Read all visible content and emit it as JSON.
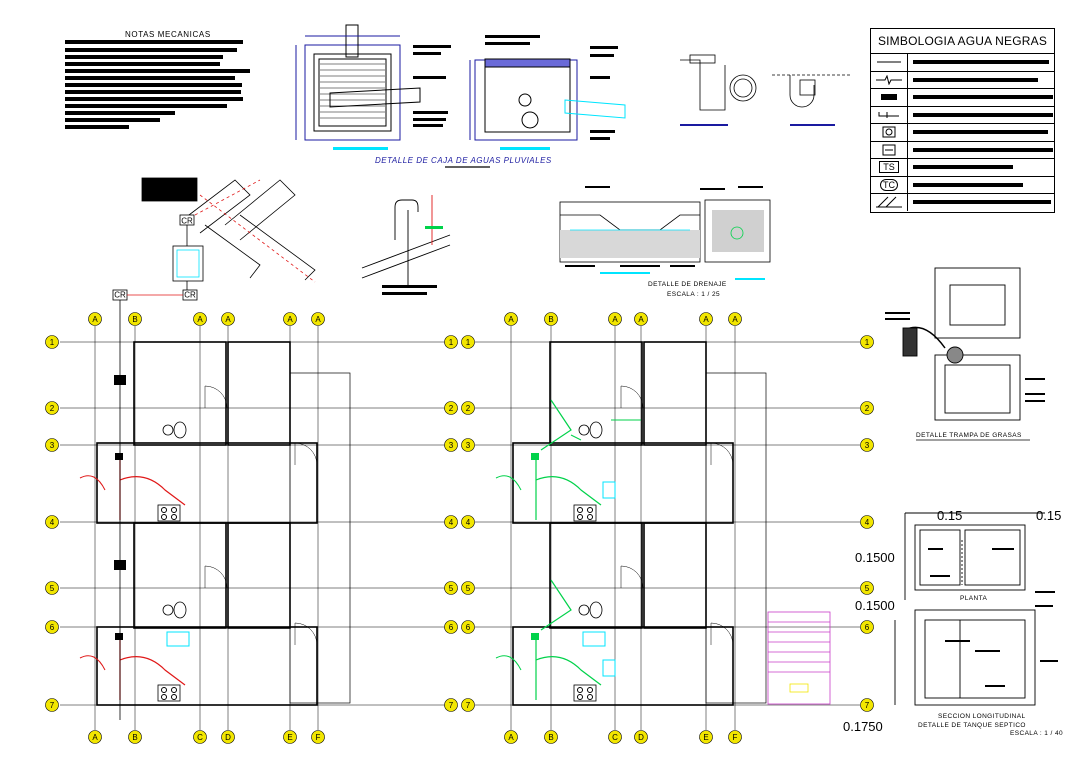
{
  "notes": {
    "title": "NOTAS MECANICAS"
  },
  "details": {
    "pluvial_box_caption": "DETALLE DE CAJA DE AGUAS PLUVIALES",
    "drainage_caption": "DETALLE DE DRENAJE",
    "drainage_scale": "ESCALA : 1 / 25",
    "grease_trap_caption": "DETALLE TRAMPA DE GRASAS",
    "septic_plan_label": "PLANTA",
    "septic_section_label": "SECCION LONGITUDINAL",
    "septic_caption": "DETALLE DE TANQUE SEPTICO",
    "septic_scale": "ESCALA : 1 / 40",
    "cr_label": "CR",
    "dim_top_left": "0.15",
    "dim_top_right": "0.15"
  },
  "legend": {
    "title": "SIMBOLOGIA AGUA NEGRAS",
    "symbols": [
      "line-icon",
      "pipe-symbol-icon",
      "cleanout-icon",
      "valve-icon",
      "floor-drain-icon",
      "grease-trap-icon",
      "TS",
      "TC",
      "slope-icon"
    ],
    "sym_text": [
      "",
      "",
      "",
      "",
      "",
      "",
      "TS",
      "TC",
      ""
    ]
  },
  "grid": {
    "columns": [
      "A",
      "B",
      "A",
      "A",
      "A",
      "A",
      "A",
      "B",
      "C",
      "D",
      "E",
      "F"
    ],
    "top_columns": [
      "A",
      "B",
      "A",
      "A",
      "A",
      "A",
      "A",
      "B",
      "A",
      "A",
      "A",
      "A"
    ],
    "bottom_columns": [
      "A",
      "B",
      "C",
      "D",
      "E",
      "F",
      "A",
      "B",
      "C",
      "D",
      "E",
      "F"
    ],
    "rows": [
      "1",
      "2",
      "3",
      "4",
      "5",
      "6",
      "7"
    ]
  },
  "dimensions": {
    "left_values": [
      "0.1500",
      "0.1500",
      "0.1750"
    ]
  },
  "colors": {
    "line": "#000000",
    "accent_blue": "#1a1aa0",
    "cyan": "#00e5ff",
    "green": "#00d24a",
    "red": "#e01818",
    "yellow": "#f2e600",
    "magenta": "#c83cc8"
  }
}
